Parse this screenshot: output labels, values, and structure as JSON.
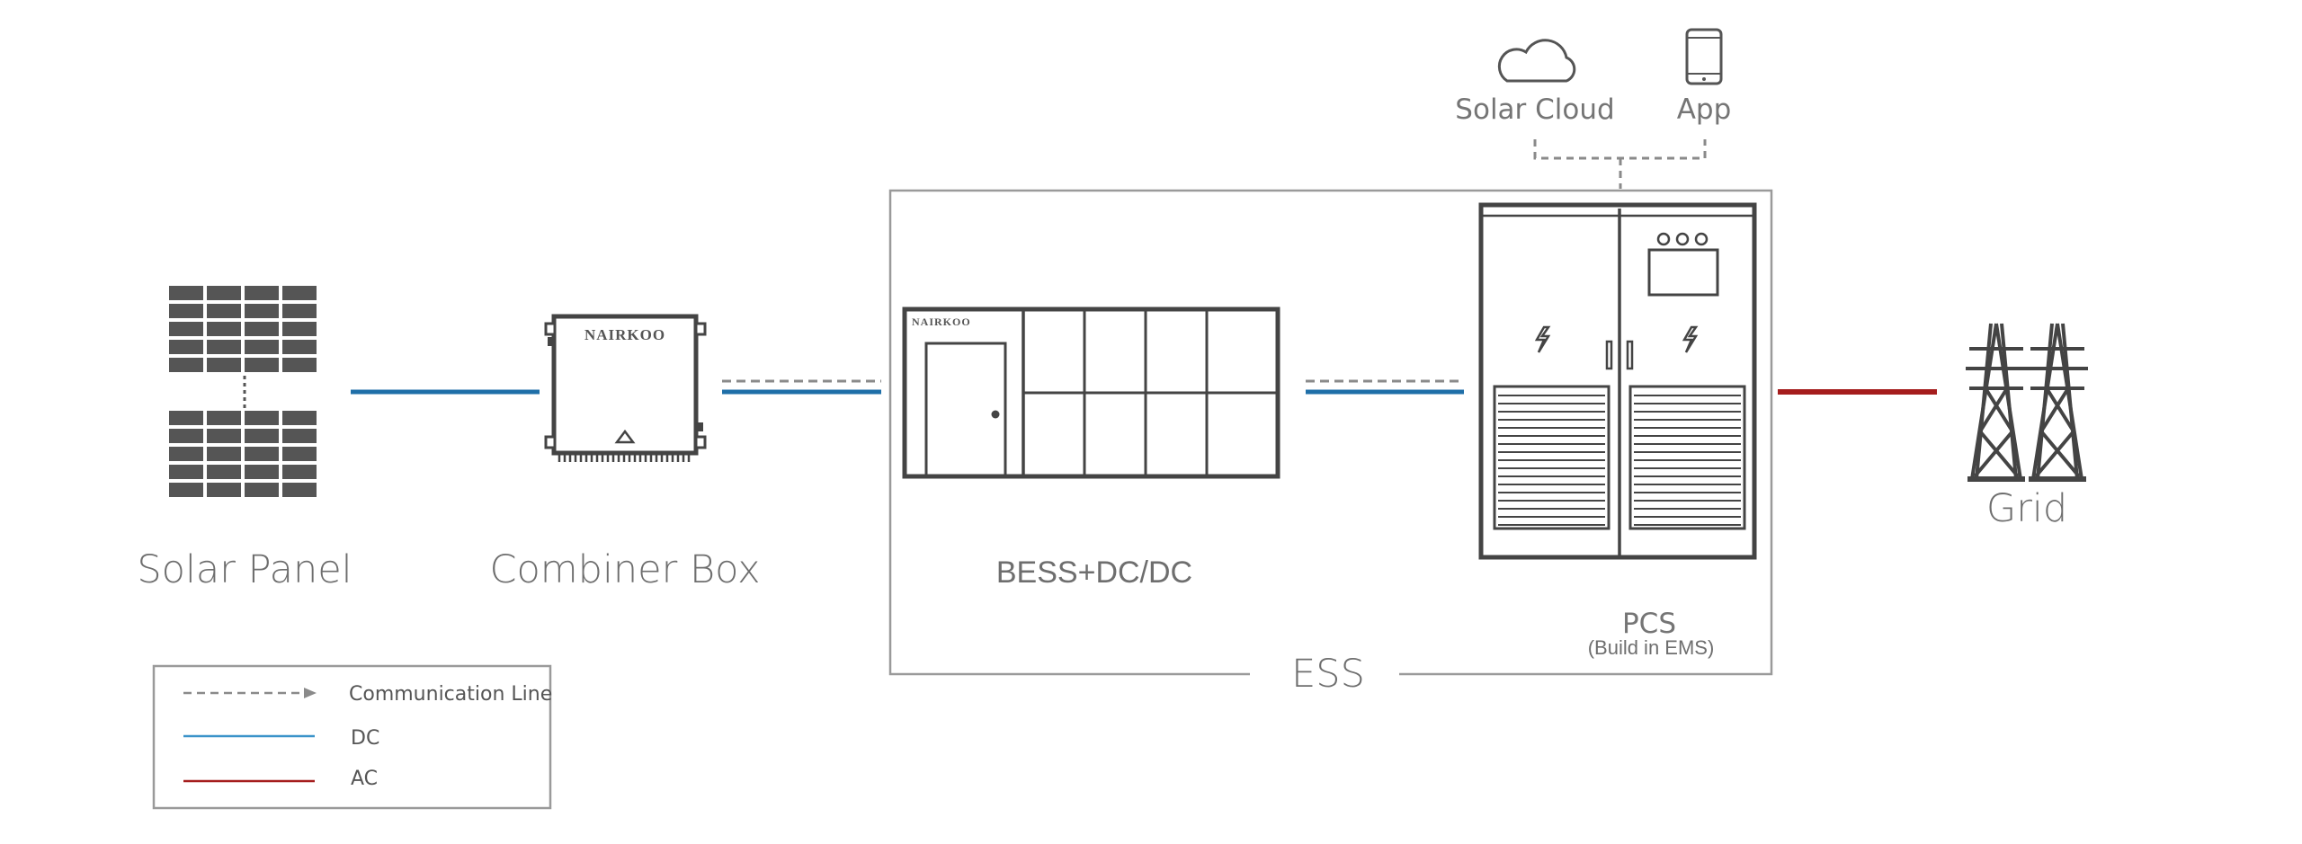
{
  "nodes": {
    "solar_panel": "Solar Panel",
    "combiner_box": "Combiner Box",
    "bess": "BESS+DC/DC",
    "pcs": "PCS",
    "pcs_sub": "(Build in EMS)",
    "ess": "ESS",
    "grid": "Grid",
    "solar_cloud": "Solar Cloud",
    "app": "App"
  },
  "brand": {
    "combiner": "NAIRKOO",
    "bess": "NAIRKOO"
  },
  "legend": {
    "communication": "Communication Line",
    "dc": "DC",
    "ac": "AC"
  },
  "colors": {
    "dc": "#1f6fa8",
    "ac": "#a51d1d",
    "comm": "#8a8a8a",
    "equipment": "#4a4a4a",
    "border": "#9a9a9a"
  },
  "icons": {
    "cloud": "cloud-icon",
    "phone": "phone-icon",
    "tower": "transmission-tower-icon",
    "bolt": "lightning-bolt-icon"
  }
}
